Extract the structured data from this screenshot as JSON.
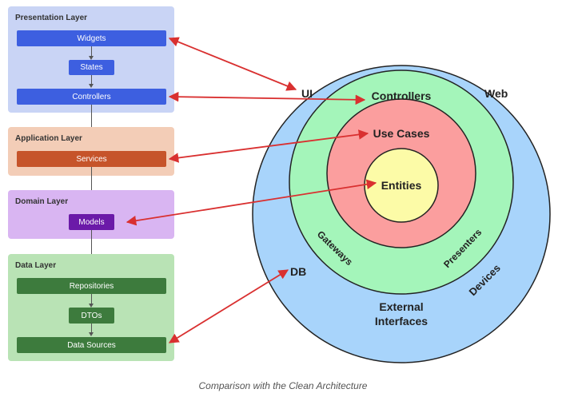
{
  "layers": {
    "presentation": {
      "title": "Presentation Layer",
      "widgets": "Widgets",
      "states": "States",
      "controllers": "Controllers"
    },
    "application": {
      "title": "Application Layer",
      "services": "Services"
    },
    "domain": {
      "title": "Domain Layer",
      "models": "Models"
    },
    "data": {
      "title": "Data Layer",
      "repositories": "Repositories",
      "dtos": "DTOs",
      "data_sources": "Data Sources"
    }
  },
  "circles": {
    "ui": "UI",
    "web": "Web",
    "db": "DB",
    "devices": "Devices",
    "external": "External",
    "interfaces": "Interfaces",
    "controllers": "Controllers",
    "gateways": "Gateways",
    "presenters": "Presenters",
    "use_cases": "Use Cases",
    "entities": "Entities"
  },
  "colors": {
    "outer_ring": "#a8d4fb",
    "green_ring": "#a4f5ba",
    "red_ring": "#fb9e9e",
    "core": "#fcfba7",
    "arrow": "#d93030"
  },
  "caption": "Comparison with the Clean Architecture"
}
